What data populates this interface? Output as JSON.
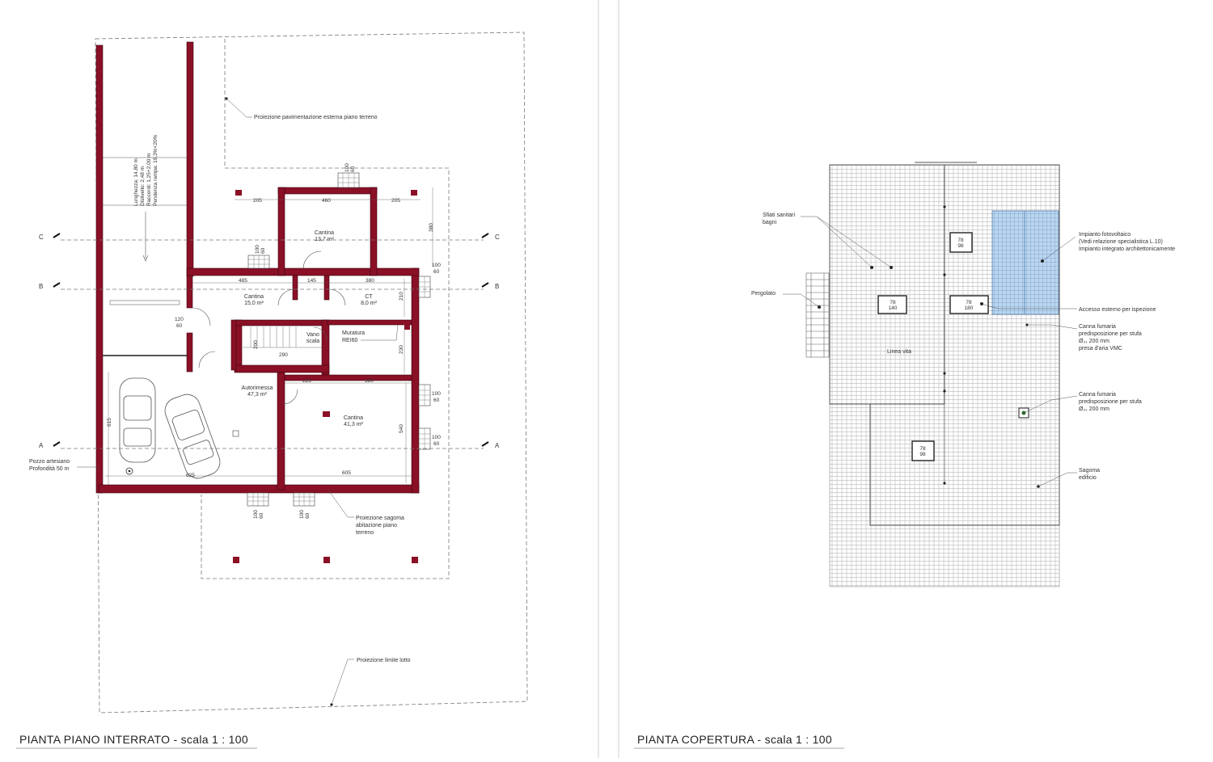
{
  "colors": {
    "wall": "#8a1026",
    "pv": "#bcd6f0",
    "roof_line": "#9a9a9a"
  },
  "left_sheet": {
    "title": "PIANTA PIANO INTERRATO  -  scala  1 : 100",
    "notes": {
      "ext_pav": "Proiezione pavimentazione esterna piano terreno",
      "ramp_1": "Lunghezza: 14,80 m",
      "ramp_2": "Dislivello: 2,48 m",
      "ramp_3": "Raccordi: 1,25+2,00 m",
      "ramp_4": "Pendenza rampa: 19,3%<20%",
      "well_1": "Pozzo artesiano",
      "well_2": "Profondità 50 m",
      "sagoma_1": "Proiezione sagoma",
      "sagoma_2": "abitazione piano",
      "sagoma_3": "terreno",
      "lotto": "Proiezione limite lotto",
      "muratura_1": "Muratura",
      "muratura_2": "REI60"
    },
    "sections": {
      "c": "C",
      "b": "B",
      "a": "A"
    },
    "rooms": {
      "cantina_top_name": "Cantina",
      "cantina_top_area": "13,7 m²",
      "cantina_left_name": "Cantina",
      "cantina_left_area": "15,0 m²",
      "ct_name": "CT",
      "ct_area": "8,0 m²",
      "vano_1": "Vano",
      "vano_2": "scala",
      "autorimessa_name": "Autorimessa",
      "autorimessa_area": "47,3 m²",
      "cantina_big_name": "Cantina",
      "cantina_big_area": "41,3 m²"
    },
    "dims": {
      "d205a": "205",
      "d460": "460",
      "d205b": "205",
      "d380v": "380",
      "d485": "485",
      "d145": "145",
      "d380a": "380",
      "d210": "210",
      "d230": "230",
      "d200": "200",
      "d290": "290",
      "d225": "225",
      "d380b": "380",
      "d615": "615",
      "d540": "540",
      "d605": "605",
      "d625": "625",
      "w120": "120",
      "w60a": "60",
      "win100": "100",
      "win60": "60"
    }
  },
  "right_sheet": {
    "title": "PIANTA COPERTURA  -  scala  1 : 100",
    "notes": {
      "sfiati_1": "Sfiati sanitari",
      "sfiati_2": "bagni",
      "pergolato": "Pergolato",
      "linea_vita": "Linea vita",
      "pv_1": "Impianto fotovoltaico",
      "pv_2": "(Vedi relazione specialistica L.10)",
      "pv_3": "Impianto integrato architettonicamente",
      "accesso": "Accesso esterno per ispezione",
      "canna1_1": "Canna fumaria",
      "canna1_2": "predisposizione per stufa",
      "canna1_3": "Ø₀₁ 200 mm",
      "canna1_4": "presa d'aria VMC",
      "canna2_1": "Canna fumaria",
      "canna2_2": "predisposizione per stufa",
      "canna2_3": "Ø₀₁ 200 mm",
      "sagoma_1": "Sagoma",
      "sagoma_2": "edificio"
    },
    "skylights": {
      "s1a": "78",
      "s1b": "98",
      "s2a": "78",
      "s2b": "140",
      "s3a": "78",
      "s3b": "180",
      "s4a": "78",
      "s4b": "98"
    }
  }
}
